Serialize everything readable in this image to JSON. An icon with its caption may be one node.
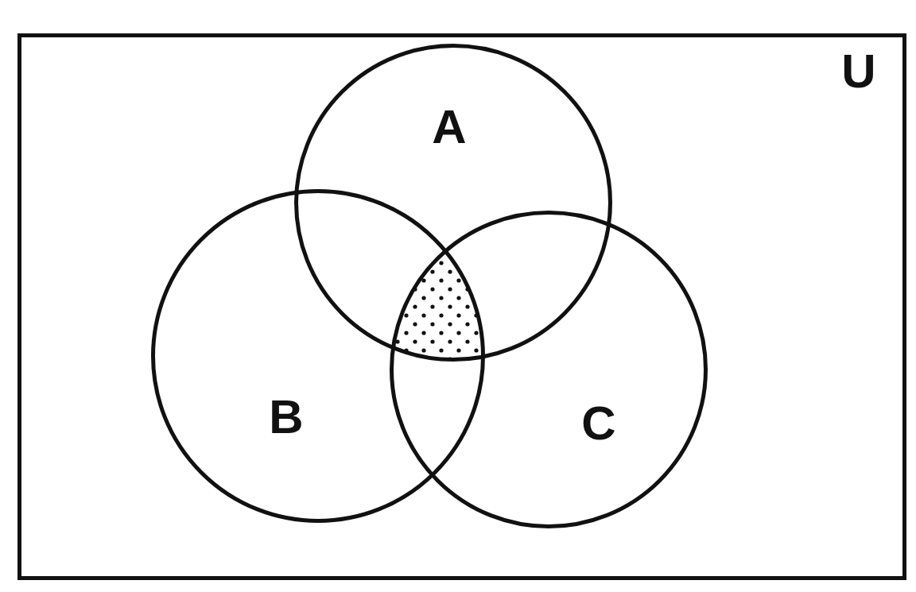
{
  "diagram": {
    "nodes": [
      {
        "text": [
          "U"
        ]
      },
      {
        "text": [
          "A"
        ],
        "in": 0
      },
      {
        "text": [
          "B"
        ],
        "in": 0
      },
      {
        "text": [
          "C"
        ],
        "in": 0
      },
      {
        "text": [],
        "shape": "region"
      }
    ],
    "edges": []
  }
}
